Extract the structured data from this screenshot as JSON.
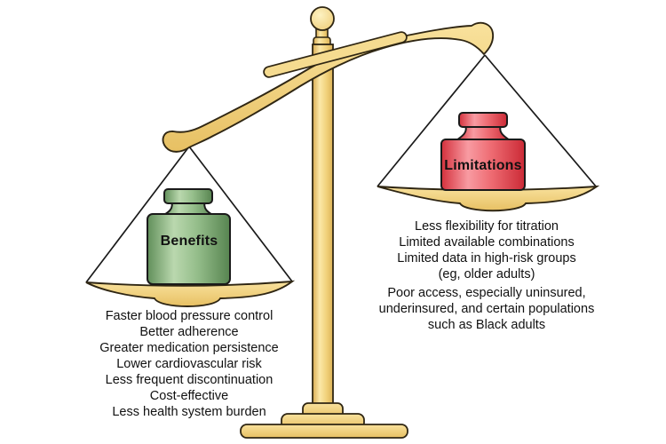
{
  "figure": {
    "background": "#ffffff",
    "left_side": {
      "weight_label": "Benefits",
      "weight_color": "#8ab982",
      "items": [
        "Faster blood pressure control",
        "Better adherence",
        "Greater medication persistence",
        "Lower cardiovascular risk",
        "Less frequent discontinuation",
        "Cost-effective",
        "Less health system burden"
      ]
    },
    "right_side": {
      "weight_label": "Limitations",
      "weight_color": "#ee5a63",
      "lines": [
        "Less flexibility for titration",
        "Limited available combinations",
        "Limited data in high-risk groups",
        "(eg, older adults)",
        "Poor access, especially uninsured,",
        "underinsured, and certain populations",
        "such as Black adults"
      ]
    },
    "colors": {
      "gold": "#f2d47e",
      "gold_light": "#fbe9ab",
      "gold_dark": "#d9ad55",
      "outline": "#2f2613",
      "string": "#1a1a1a",
      "green_weight": "#8ab982",
      "red_weight": "#ee5a63",
      "text": "#111111"
    }
  }
}
